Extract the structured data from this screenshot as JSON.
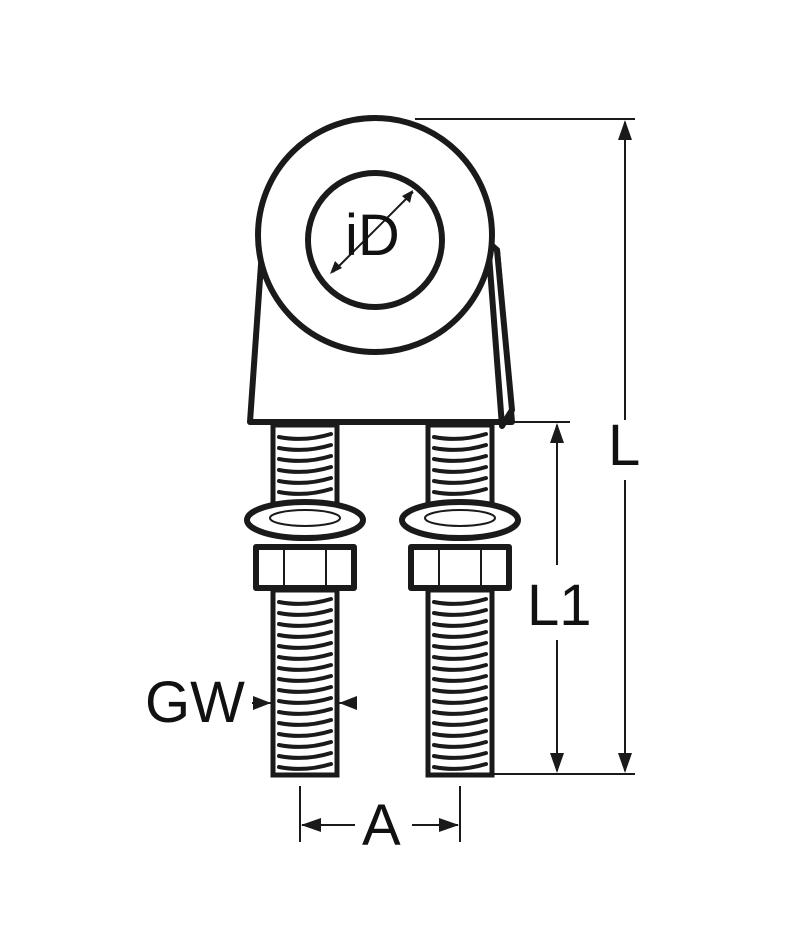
{
  "diagram": {
    "part": "pad-eye-with-threaded-studs",
    "labels": {
      "inner_diameter": "iD",
      "overall_length": "L",
      "thread_length": "L1",
      "thread_size": "GW",
      "stud_spacing": "A"
    },
    "colors": {
      "line": "#1a1a1a",
      "fill": "#ffffff",
      "background": "#ffffff"
    }
  }
}
